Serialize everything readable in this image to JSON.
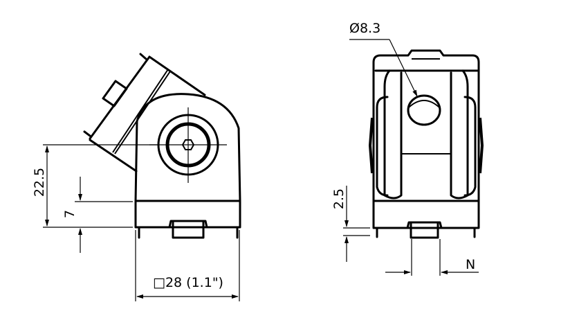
{
  "left_view": {
    "dim_height": "22.5",
    "dim_base": "7",
    "dim_width": "□28 (1.1\")"
  },
  "right_view": {
    "dim_hole": "Ø8.3",
    "dim_foot": "2.5",
    "dim_slot": "N"
  }
}
